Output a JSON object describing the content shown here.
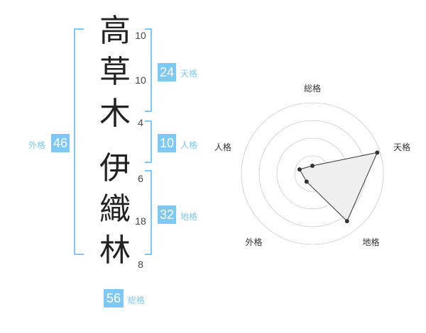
{
  "name": {
    "chars": [
      {
        "char": "高",
        "strokes": "10"
      },
      {
        "char": "草",
        "strokes": "10"
      },
      {
        "char": "木",
        "strokes": "4"
      },
      {
        "char": "伊",
        "strokes": "6"
      },
      {
        "char": "織",
        "strokes": "18"
      },
      {
        "char": "林",
        "strokes": "8"
      }
    ]
  },
  "fortunes": {
    "tenkaku": {
      "value": "24",
      "label": "天格"
    },
    "jinkaku": {
      "value": "10",
      "label": "人格"
    },
    "chikaku": {
      "value": "32",
      "label": "地格"
    },
    "gaikaku": {
      "value": "46",
      "label": "外格"
    },
    "soukaku": {
      "value": "56",
      "label": "総格"
    }
  },
  "chart_data": {
    "type": "radar",
    "axes": [
      "総格",
      "天格",
      "地格",
      "外格",
      "人格"
    ],
    "values": [
      0.11,
      0.96,
      0.83,
      0.14,
      0.19
    ],
    "range": [
      0,
      1
    ],
    "rings": 4,
    "colors": {
      "accent": "#7ec8f4",
      "fill": "#efefef",
      "line": "#333333",
      "grid": "#cccccc"
    }
  }
}
